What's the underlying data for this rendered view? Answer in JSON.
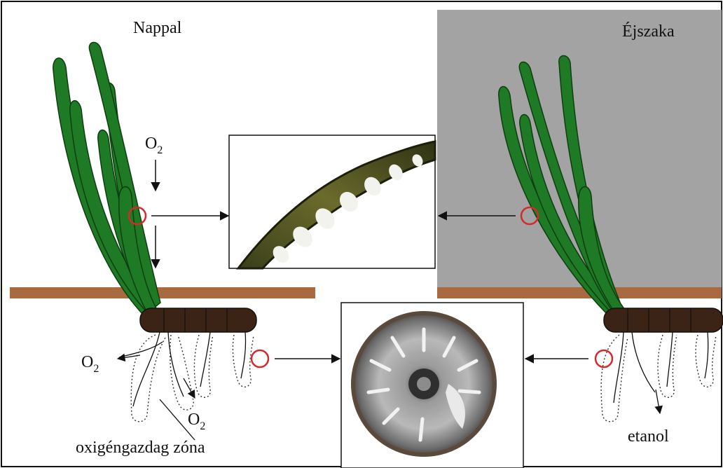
{
  "labels": {
    "day": "Nappal",
    "night": "Éjszaka",
    "o2_top": "O",
    "o2_top_sub": "2",
    "o2_left": "O",
    "o2_left_sub": "2",
    "o2_bottom": "O",
    "o2_bottom_sub": "2",
    "oxygen_zone": "oxigéngazdag zóna",
    "ethanol": "etanol"
  },
  "colors": {
    "night_background": "#a3a3a3",
    "soil": "#a86a3e",
    "leaf": "#1e7a24",
    "leaf_outline": "#0e3e10",
    "rhizome": "#3b2415",
    "highlight_circle": "#d42a2a"
  },
  "panels": {
    "leaf_section": "leaf-cross-section-micrograph",
    "root_section": "root-cross-section-micrograph"
  }
}
